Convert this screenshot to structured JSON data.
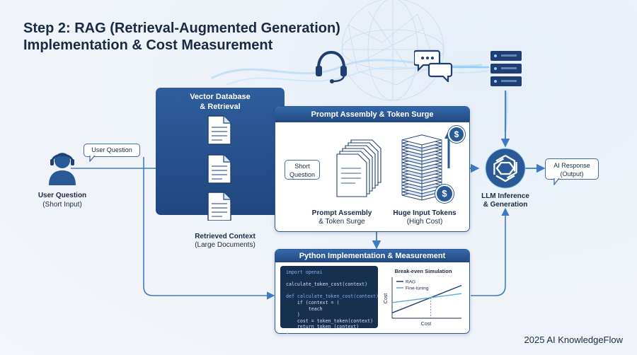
{
  "title": {
    "line1": "Step 2: RAG (Retrieval-Augmented Generation)",
    "line2": "Implementation & Cost Measurement"
  },
  "user": {
    "bubble": "User Question",
    "label": "User Question",
    "sublabel": "(Short Input)"
  },
  "vector_db": {
    "header_line1": "Vector Database",
    "header_line2": "& Retrieval",
    "label": "Retrieved Context",
    "sublabel": "(Large Documents)"
  },
  "prompt_panel": {
    "header": "Prompt Assembly & Token Surge",
    "bubble_line1": "Short",
    "bubble_line2": "Question",
    "assembly_label": "Prompt Assembly",
    "assembly_sublabel": "& Token Surge",
    "tokens_label": "Huge Input Tokens",
    "tokens_sublabel": "(High Cost)",
    "currency_glyph": "$"
  },
  "llm": {
    "label": "LLM Inference",
    "sublabel": "& Generation",
    "response_line1": "AI Response",
    "response_line2": "(Output)"
  },
  "python_panel": {
    "header": "Python Implementation & Measurement",
    "code_lines": [
      "import openai",
      "",
      "calculate_token_cost(context)",
      "",
      "def calculate_token_cost(context) {",
      "    if (context = (",
      "        teach",
      "    )",
      "    cost = token_token(context)",
      "    return token_(context)",
      "}"
    ]
  },
  "chart_data": {
    "type": "line",
    "title": "Break-even Simulation",
    "xlabel": "Cost",
    "ylabel": "Cost",
    "legend_position": "top-left",
    "xlim": [
      0,
      1
    ],
    "ylim": [
      0,
      1
    ],
    "grid": false,
    "series": [
      {
        "name": "RAG",
        "color": "#1f3f73",
        "x": [
          0,
          1
        ],
        "y": [
          0.13,
          0.8
        ]
      },
      {
        "name": "Fine-tuning",
        "color": "#5fa8d8",
        "x": [
          0,
          1
        ],
        "y": [
          0.38,
          0.6
        ]
      }
    ],
    "annotation": "dashed break-even marker at intersection"
  },
  "footer": "2025 AI KnowledgeFlow",
  "colors": {
    "navy": "#1f3f73",
    "blue": "#2a5a96",
    "accent": "#3f7bc4",
    "glow": "#7fc4f5"
  }
}
